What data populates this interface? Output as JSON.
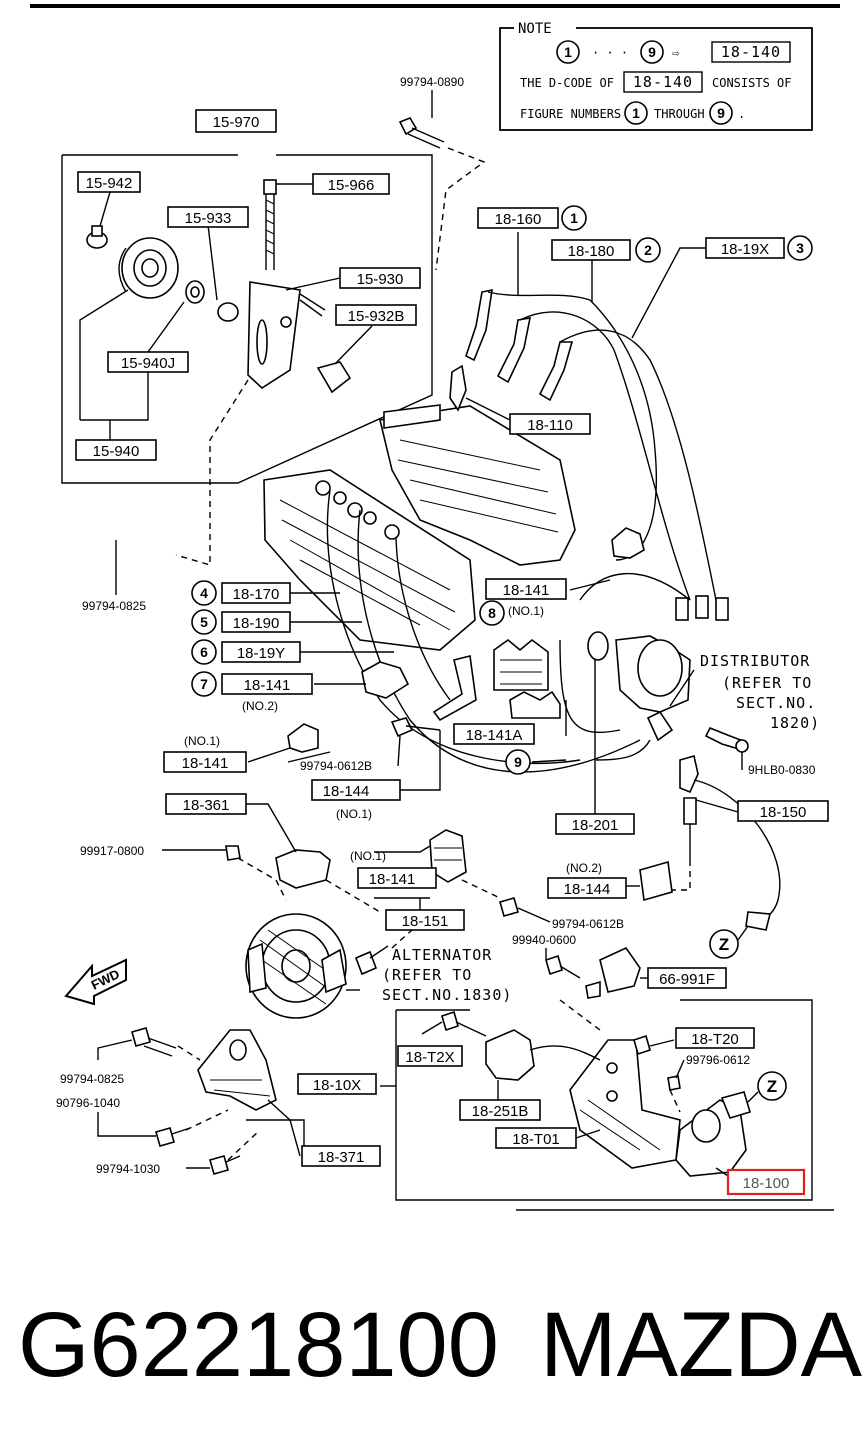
{
  "note": {
    "title": "NOTE",
    "line1": {
      "from": "1",
      "to": "9",
      "code": "18-140"
    },
    "line2_prefix": "THE D-CODE OF",
    "line2_code": "18-140",
    "line2_suffix": "CONSISTS OF",
    "line3_prefix": "FIGURE NUMBERS",
    "line3_from": "1",
    "line3_mid": "THROUGH",
    "line3_to": "9",
    "line3_end": "."
  },
  "part_labels": {
    "p15970": "15-970",
    "p15942": "15-942",
    "p15966": "15-966",
    "p15933": "15-933",
    "p15930": "15-930",
    "p15932B": "15-932B",
    "p15940J": "15-940J",
    "p15940": "15-940",
    "p18160": "18-160",
    "p18180": "18-180",
    "p1819X": "18-19X",
    "p18110": "18-110",
    "p18170": "18-170",
    "p18190": "18-190",
    "p1819Y": "18-19Y",
    "p18141_7": "18-141",
    "p18141_8": "18-141",
    "p18141A": "18-141A",
    "p18141_no1": "18-141",
    "p18144": "18-144",
    "p18201": "18-201",
    "p18150": "18-150",
    "p18361": "18-361",
    "p18141_b": "18-141",
    "p18151": "18-151",
    "p18144_no2": "18-144",
    "p66991F": "66-991F",
    "p18T20": "18-T20",
    "p18T2X": "18-T2X",
    "p1810X": "18-10X",
    "p18251B": "18-251B",
    "p18T01": "18-T01",
    "p18371": "18-371",
    "p18100": "18-100"
  },
  "circle_numbers": {
    "c1": "1",
    "c2": "2",
    "c3": "3",
    "c4": "4",
    "c5": "5",
    "c6": "6",
    "c7": "7",
    "c8": "8",
    "c9": "9",
    "z1": "Z",
    "z2": "Z"
  },
  "part_numbers": {
    "b0890": "99794-0890",
    "b0825a": "99794-0825",
    "b0612B_a": "99794-0612B",
    "b9hlb": "9HLB0-0830",
    "b0800": "99917-0800",
    "b0612B_b": "99794-0612B",
    "b0600": "99940-0600",
    "b0612": "99796-0612",
    "b0825b": "99794-0825",
    "b1040": "90796-1040",
    "b1030": "99794-1030"
  },
  "notes_small": {
    "no1_a": "(NO.1)",
    "no2_a": "(NO.2)",
    "no1_b": "(NO.1)",
    "no1_c": "(NO.1)",
    "no1_d": "(NO.1)",
    "no2_b": "(NO.2)"
  },
  "callouts": {
    "distributor": [
      "DISTRIBUTOR",
      "(REFER TO",
      "SECT.NO.",
      "1820)"
    ],
    "alternator": [
      "ALTERNATOR",
      "(REFER TO",
      "SECT.NO.1830)"
    ],
    "fwd": "FWD"
  },
  "caption": {
    "part_number": "G62218100",
    "brand": "MAZDA"
  }
}
